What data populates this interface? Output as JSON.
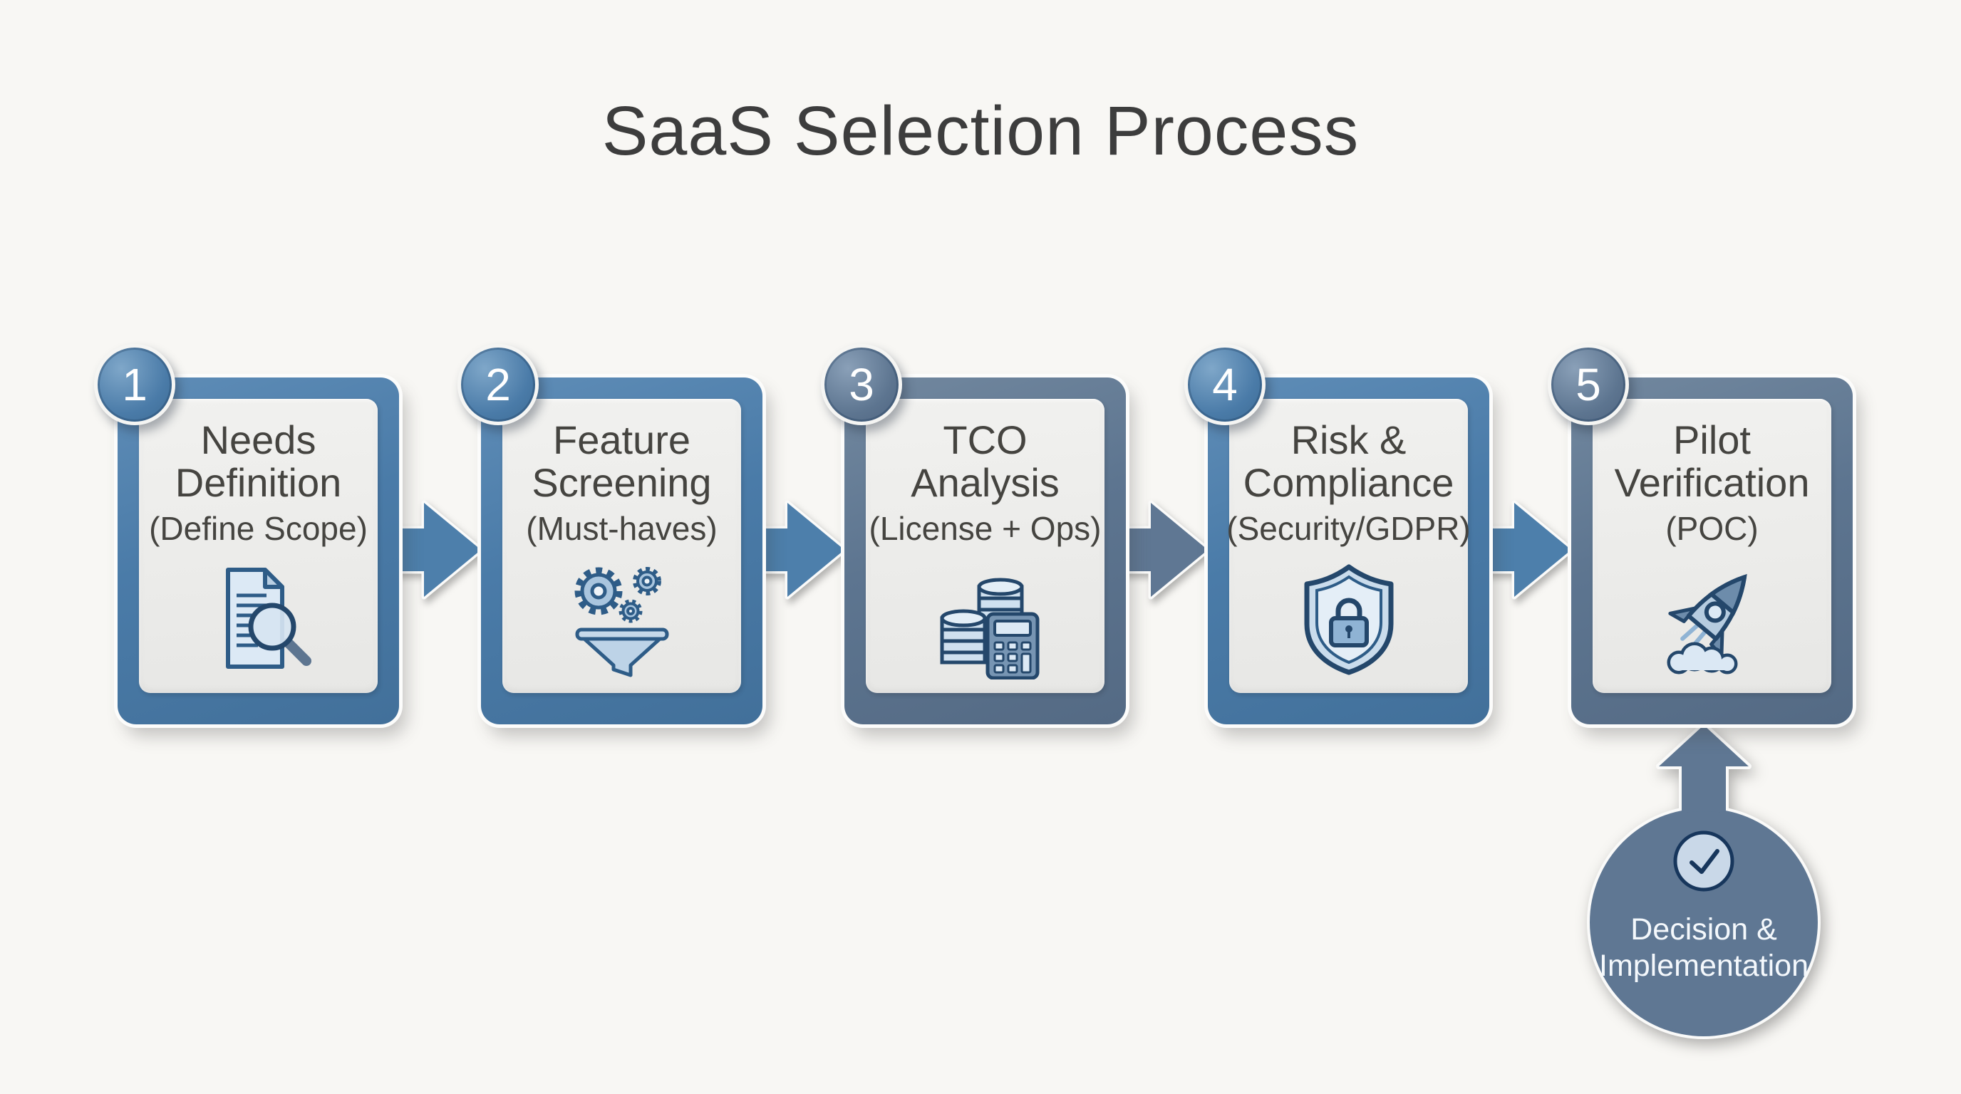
{
  "title": "SaaS Selection Process",
  "palette": {
    "steel_blue": "#4d7fab",
    "slate_blue": "#5f7793",
    "panel_gray": "#ececea",
    "background": "#f8f7f4",
    "title_color": "#3d3d3d",
    "step_text_color": "#454440",
    "badge_text_color": "#ffffff",
    "final_text_color": "#f4f8fc"
  },
  "steps": [
    {
      "number": "1",
      "title": "Needs Definition",
      "subtitle": "(Define Scope)",
      "icon": "document-magnifier-icon",
      "accent": "steel"
    },
    {
      "number": "2",
      "title": "Feature Screening",
      "subtitle": "(Must-haves)",
      "icon": "gears-funnel-icon",
      "accent": "steel"
    },
    {
      "number": "3",
      "title": "TCO Analysis",
      "subtitle": "(License + Ops)",
      "icon": "coins-calculator-icon",
      "accent": "slate"
    },
    {
      "number": "4",
      "title": "Risk & Compliance",
      "subtitle": "(Security/GDPR)",
      "icon": "shield-lock-icon",
      "accent": "steel"
    },
    {
      "number": "5",
      "title": "Pilot Verification",
      "subtitle": "(POC)",
      "icon": "rocket-launch-icon",
      "accent": "slate"
    }
  ],
  "connectors": {
    "right_arrows": [
      "steel",
      "steel",
      "slate",
      "steel"
    ],
    "up_arrow": "slate"
  },
  "final_step": {
    "label": "Decision & Implementation",
    "icon": "check-circle-icon"
  }
}
